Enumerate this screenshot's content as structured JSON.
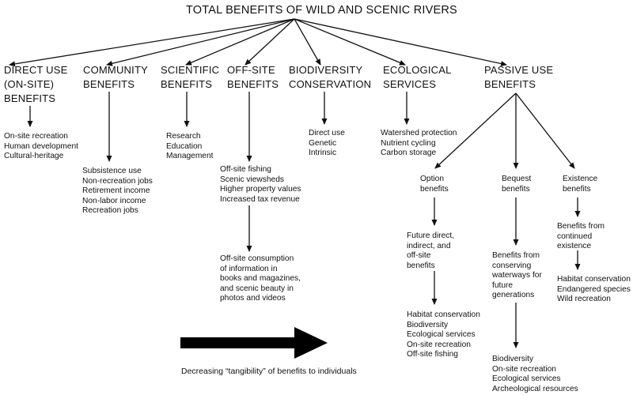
{
  "title": "TOTAL BENEFITS OF WILD AND SCENIC RIVERS",
  "categories": [
    {
      "id": "direct",
      "label": [
        "DIRECT USE",
        "(ON-SITE)",
        "BENEFITS"
      ],
      "items": [
        "On-site recreation",
        "Human development",
        "Cultural-heritage"
      ]
    },
    {
      "id": "community",
      "label": [
        "COMMUNITY",
        "BENEFITS"
      ],
      "items": [
        "Subsistence use",
        "Non-recreation jobs",
        "Retirement income",
        "Non-labor income",
        "Recreation jobs"
      ]
    },
    {
      "id": "scientific",
      "label": [
        "SCIENTIFIC",
        "BENEFITS"
      ],
      "items": [
        "Research",
        "Education",
        "Management"
      ]
    },
    {
      "id": "offsite",
      "label": [
        "OFF-SITE",
        "BENEFITS"
      ],
      "items": [
        "Off-site fishing",
        "Scenic viewsheds",
        "Higher property values",
        "Increased tax revenue"
      ],
      "items2": [
        "Off-site consumption",
        "of information in",
        "books and magazines,",
        "and scenic beauty in",
        "photos and videos"
      ]
    },
    {
      "id": "biodiversity",
      "label": [
        "BIODIVERSITY",
        "CONSERVATION"
      ],
      "items": [
        "Direct use",
        "Genetic",
        "Intrinsic"
      ]
    },
    {
      "id": "ecological",
      "label": [
        "ECOLOGICAL",
        "SERVICES"
      ],
      "items": [
        "Watershed protection",
        "Nutrient cycling",
        "Carbon storage"
      ]
    },
    {
      "id": "passive",
      "label": [
        "PASSIVE USE",
        "BENEFITS"
      ]
    }
  ],
  "passive_subs": [
    {
      "id": "option",
      "label": [
        "Option",
        "benefits"
      ],
      "mid": [
        "Future direct,",
        "indirect, and",
        "off-site",
        "benefits"
      ],
      "items": [
        "Habitat conservation",
        "Biodiversity",
        "Ecological services",
        "On-site recreation",
        "Off-site fishing"
      ]
    },
    {
      "id": "bequest",
      "label": [
        "Bequest",
        "benefits"
      ],
      "mid": [
        "Benefits from",
        "conserving",
        "waterways for",
        "future",
        "generations"
      ],
      "items": [
        "Biodiversity",
        "On-site recreation",
        "Ecological services",
        "Archeological resources"
      ]
    },
    {
      "id": "existence",
      "label": [
        "Existence",
        "benefits"
      ],
      "mid": [
        "Benefits from",
        "continued",
        "existence"
      ],
      "items": [
        "Habitat conservation",
        "Endangered species",
        "Wild recreation"
      ]
    }
  ],
  "footer": "Decreasing “tangibility” of benefits to individuals"
}
